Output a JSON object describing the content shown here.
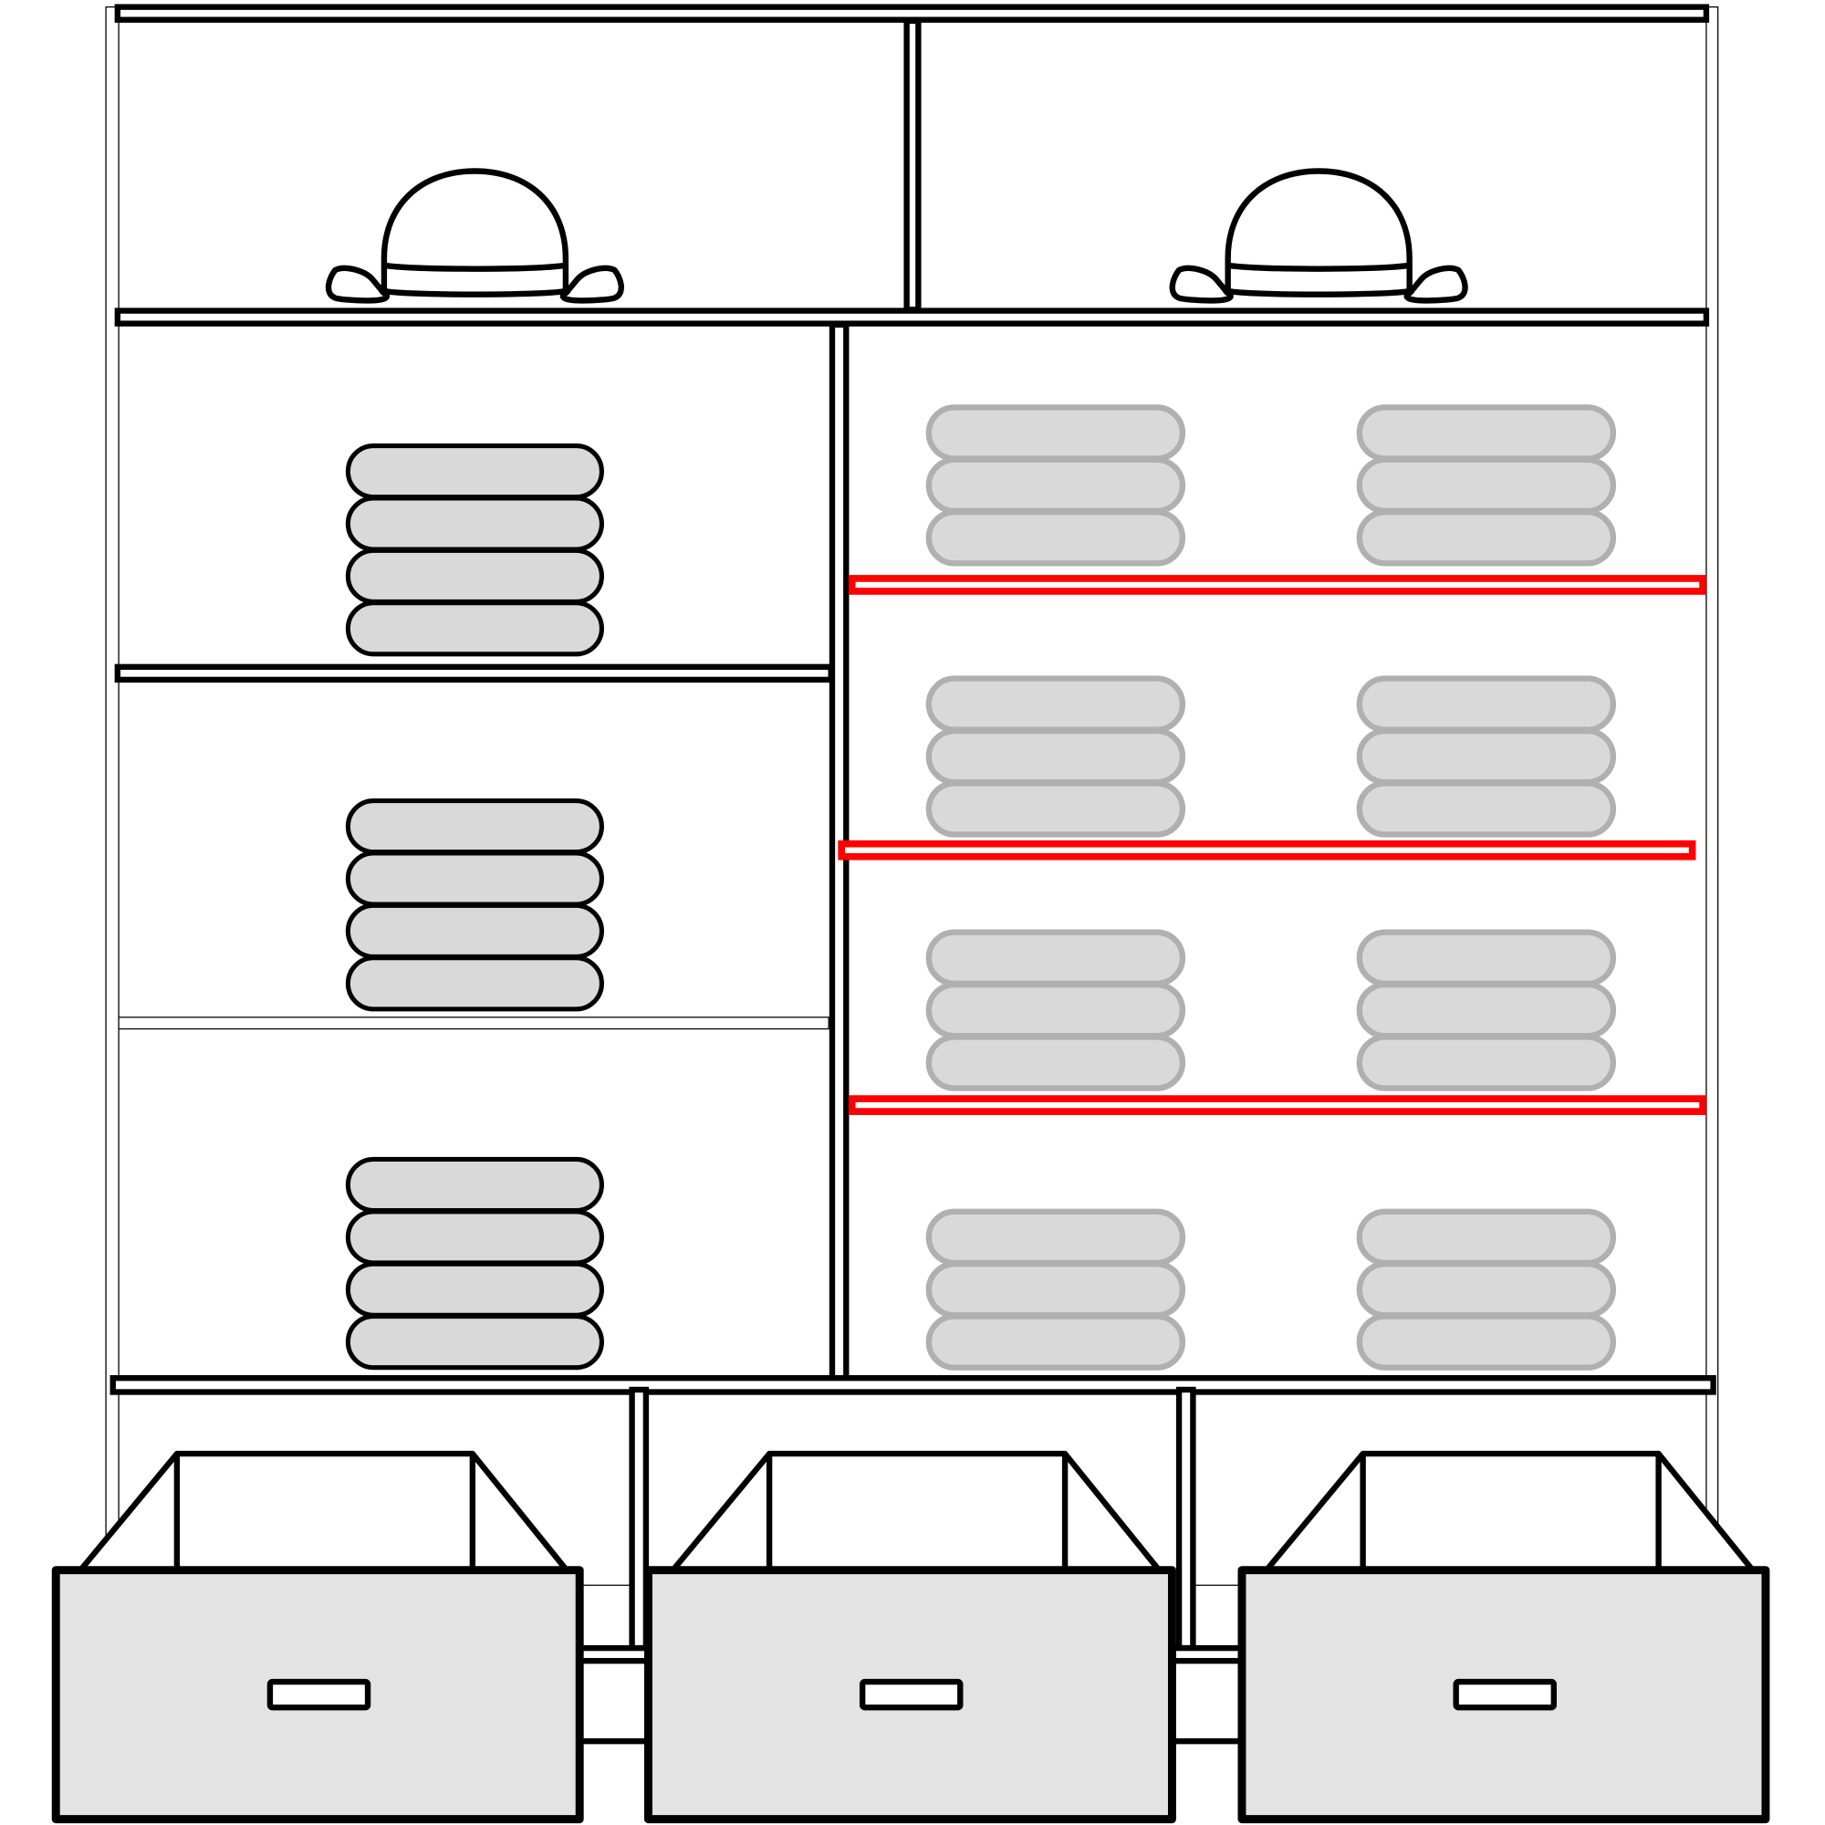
{
  "title": "",
  "colors": {
    "stroke": "#000000",
    "towel_fill": "#d9d9d9",
    "towel_grey_stroke": "#b0b0b0",
    "highlight_shelf": "#ff0000",
    "box_fill": "#e3e3e3",
    "background": "#ffffff"
  },
  "contents": {
    "hats": 2,
    "left_towel_stacks": 3,
    "left_towels_per_stack": 4,
    "right_towel_stacks": 8,
    "right_towels_per_stack": 3,
    "highlighted_shelves": 3,
    "storage_boxes": 3
  }
}
